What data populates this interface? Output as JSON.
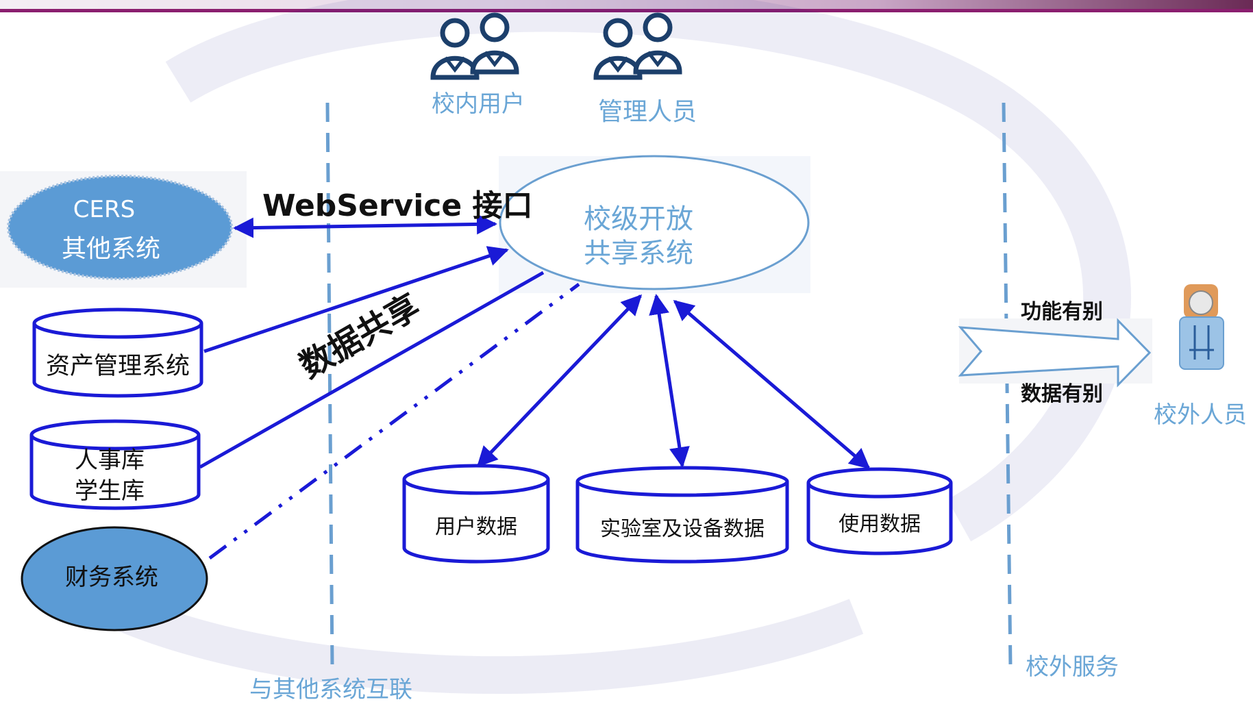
{
  "colors": {
    "primary_blue": "#1a1ad6",
    "light_blue_text": "#6aa6d6",
    "ellipse_fill": "#5b9bd5",
    "dash_line": "#6a9fd0"
  },
  "zones": {
    "left_label": "与其他系统互联",
    "right_label": "校外服务"
  },
  "users": {
    "internal": {
      "icon": "user-group-icon",
      "label": "校内用户"
    },
    "admin": {
      "icon": "user-group-icon",
      "label": "管理人员"
    },
    "external": {
      "icon": "person-icon",
      "label": "校外人员"
    }
  },
  "core_system": {
    "line1": "校级开放",
    "line2": "共享系统"
  },
  "external_systems": {
    "cers": {
      "line1": "CERS",
      "line2": "其他系统"
    },
    "asset": "资产管理系统",
    "hr": {
      "line1": "人事库",
      "line2": "学生库"
    },
    "finance": "财务系统"
  },
  "databases": {
    "user_data": "用户数据",
    "lab_data": "实验室及设备数据",
    "usage_data": "使用数据"
  },
  "connectors": {
    "webservice": "WebService 接口",
    "data_sharing": "数据共享"
  },
  "service_notes": {
    "function_diff": "功能有别",
    "data_diff": "数据有别"
  }
}
